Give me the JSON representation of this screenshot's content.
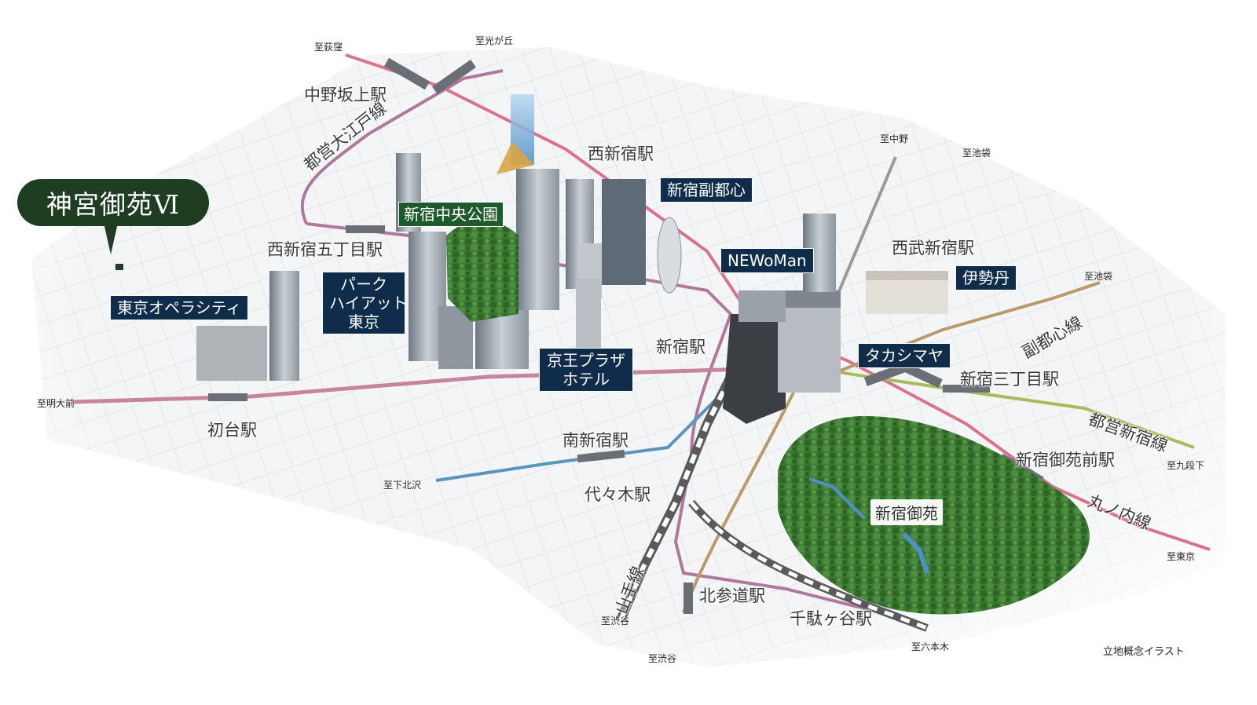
{
  "colors": {
    "marunouchi": "#d9738b",
    "oedo": "#b0789c",
    "yamanote": "#9a9a9a",
    "keio": "#c8849c",
    "odakyu": "#5b95bd",
    "shinjuku_line": "#a9bb5a",
    "fukutoshin": "#b99b6a",
    "navy_label": "#0f2d4b",
    "green_label": "#1d5a2c",
    "park": "#3f7d35"
  },
  "property": {
    "name": "神宮御苑Ⅵ"
  },
  "stations": {
    "nakano_sakaue": "中野坂上駅",
    "nishi_shinjuku": "西新宿駅",
    "nishi_shinjuku_gochome": "西新宿五丁目駅",
    "seibu_shinjuku": "西武新宿駅",
    "shinjuku": "新宿駅",
    "shinjuku_sanchome": "新宿三丁目駅",
    "shinjuku_gyoenmae": "新宿御苑前駅",
    "hatsudai": "初台駅",
    "minami_shinjuku": "南新宿駅",
    "yoyogi": "代々木駅",
    "kitasando": "北参道駅",
    "sendagaya": "千駄ヶ谷駅"
  },
  "lines": {
    "oedo": "都営大江戸線",
    "fukutoshin": "副都心線",
    "shinjuku": "都営新宿線",
    "marunouchi": "丸ノ内線",
    "yamanote": "山手線"
  },
  "directions": {
    "ogikubo": "至荻窪",
    "hikarigaoka": "至光が丘",
    "nakano": "至中野",
    "ikebukuro_1": "至池袋",
    "ikebukuro_2": "至池袋",
    "meidaimae": "至明大前",
    "shimokitazawa": "至下北沢",
    "kudanshita": "至九段下",
    "tokyo": "至東京",
    "roppongi": "至六本木",
    "shibuya": "至渋谷",
    "shibuya_2": "至渋谷"
  },
  "landmarks": {
    "shinjuku_central_park": "新宿中央公園",
    "shinjuku_fukutoshin": "新宿副都心",
    "newoman": "NEWoMan",
    "isetan": "伊勢丹",
    "tokyo_opera_city": "東京オペラシティ",
    "park_hyatt": "パーク\nハイアット\n東京",
    "keio_plaza": "京王プラザ\nホテル",
    "takashimaya": "タカシマヤ",
    "shinjuku_gyoen": "新宿御苑"
  },
  "note": "立地概念イラスト"
}
